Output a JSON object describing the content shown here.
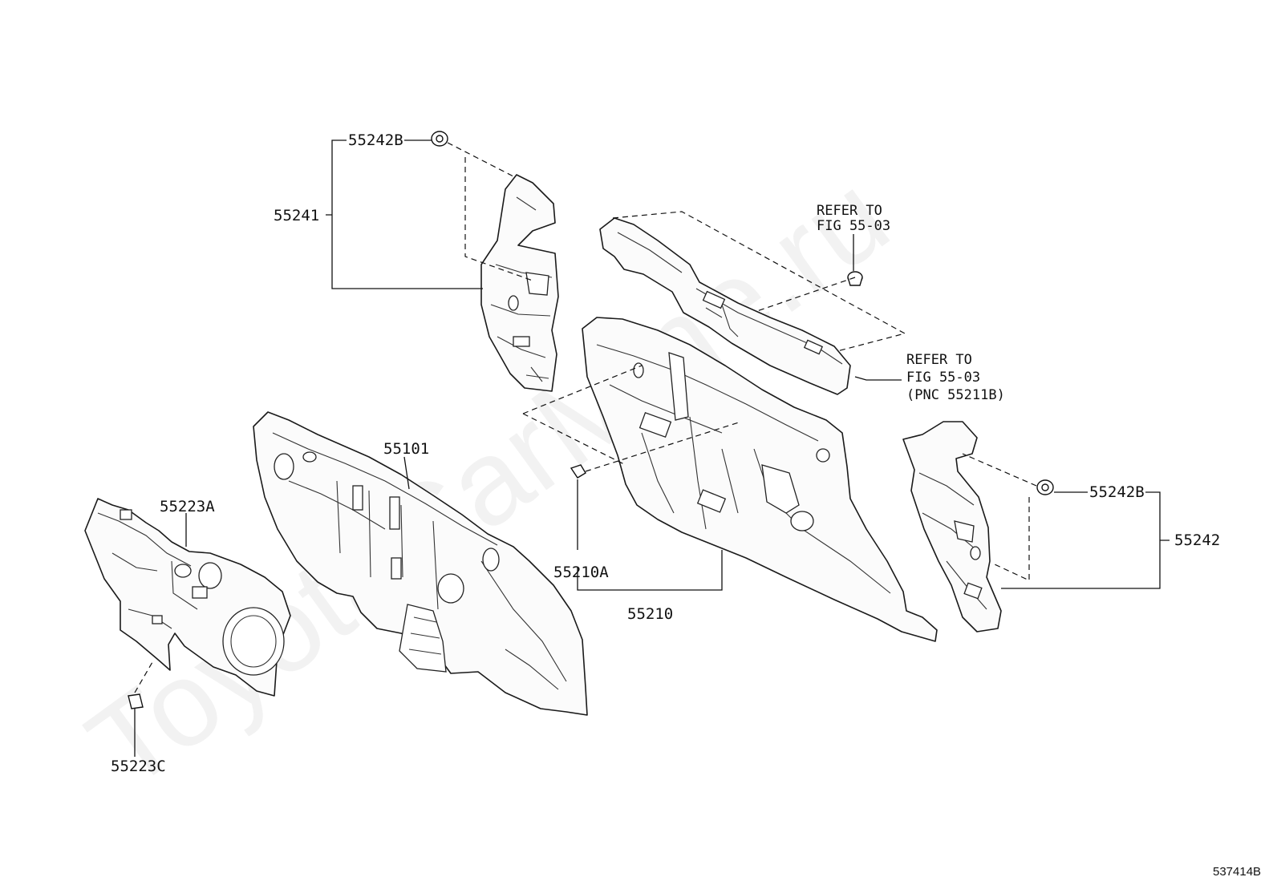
{
  "watermark": "ToyotaCarMine.ru",
  "figure_id": "537414B",
  "callouts": {
    "c55242B_top": "55242B",
    "c55241": "55241",
    "refer_top_line1": "REFER TO",
    "refer_top_line2": "FIG 55-03",
    "refer_mid_line1": "REFER TO",
    "refer_mid_line2": "FIG 55-03",
    "refer_mid_line3": "(PNC 55211B)",
    "c55101": "55101",
    "c55223A": "55223A",
    "c55210A": "55210A",
    "c55210": "55210",
    "c55242B_right": "55242B",
    "c55242": "55242",
    "c55223C": "55223C"
  }
}
